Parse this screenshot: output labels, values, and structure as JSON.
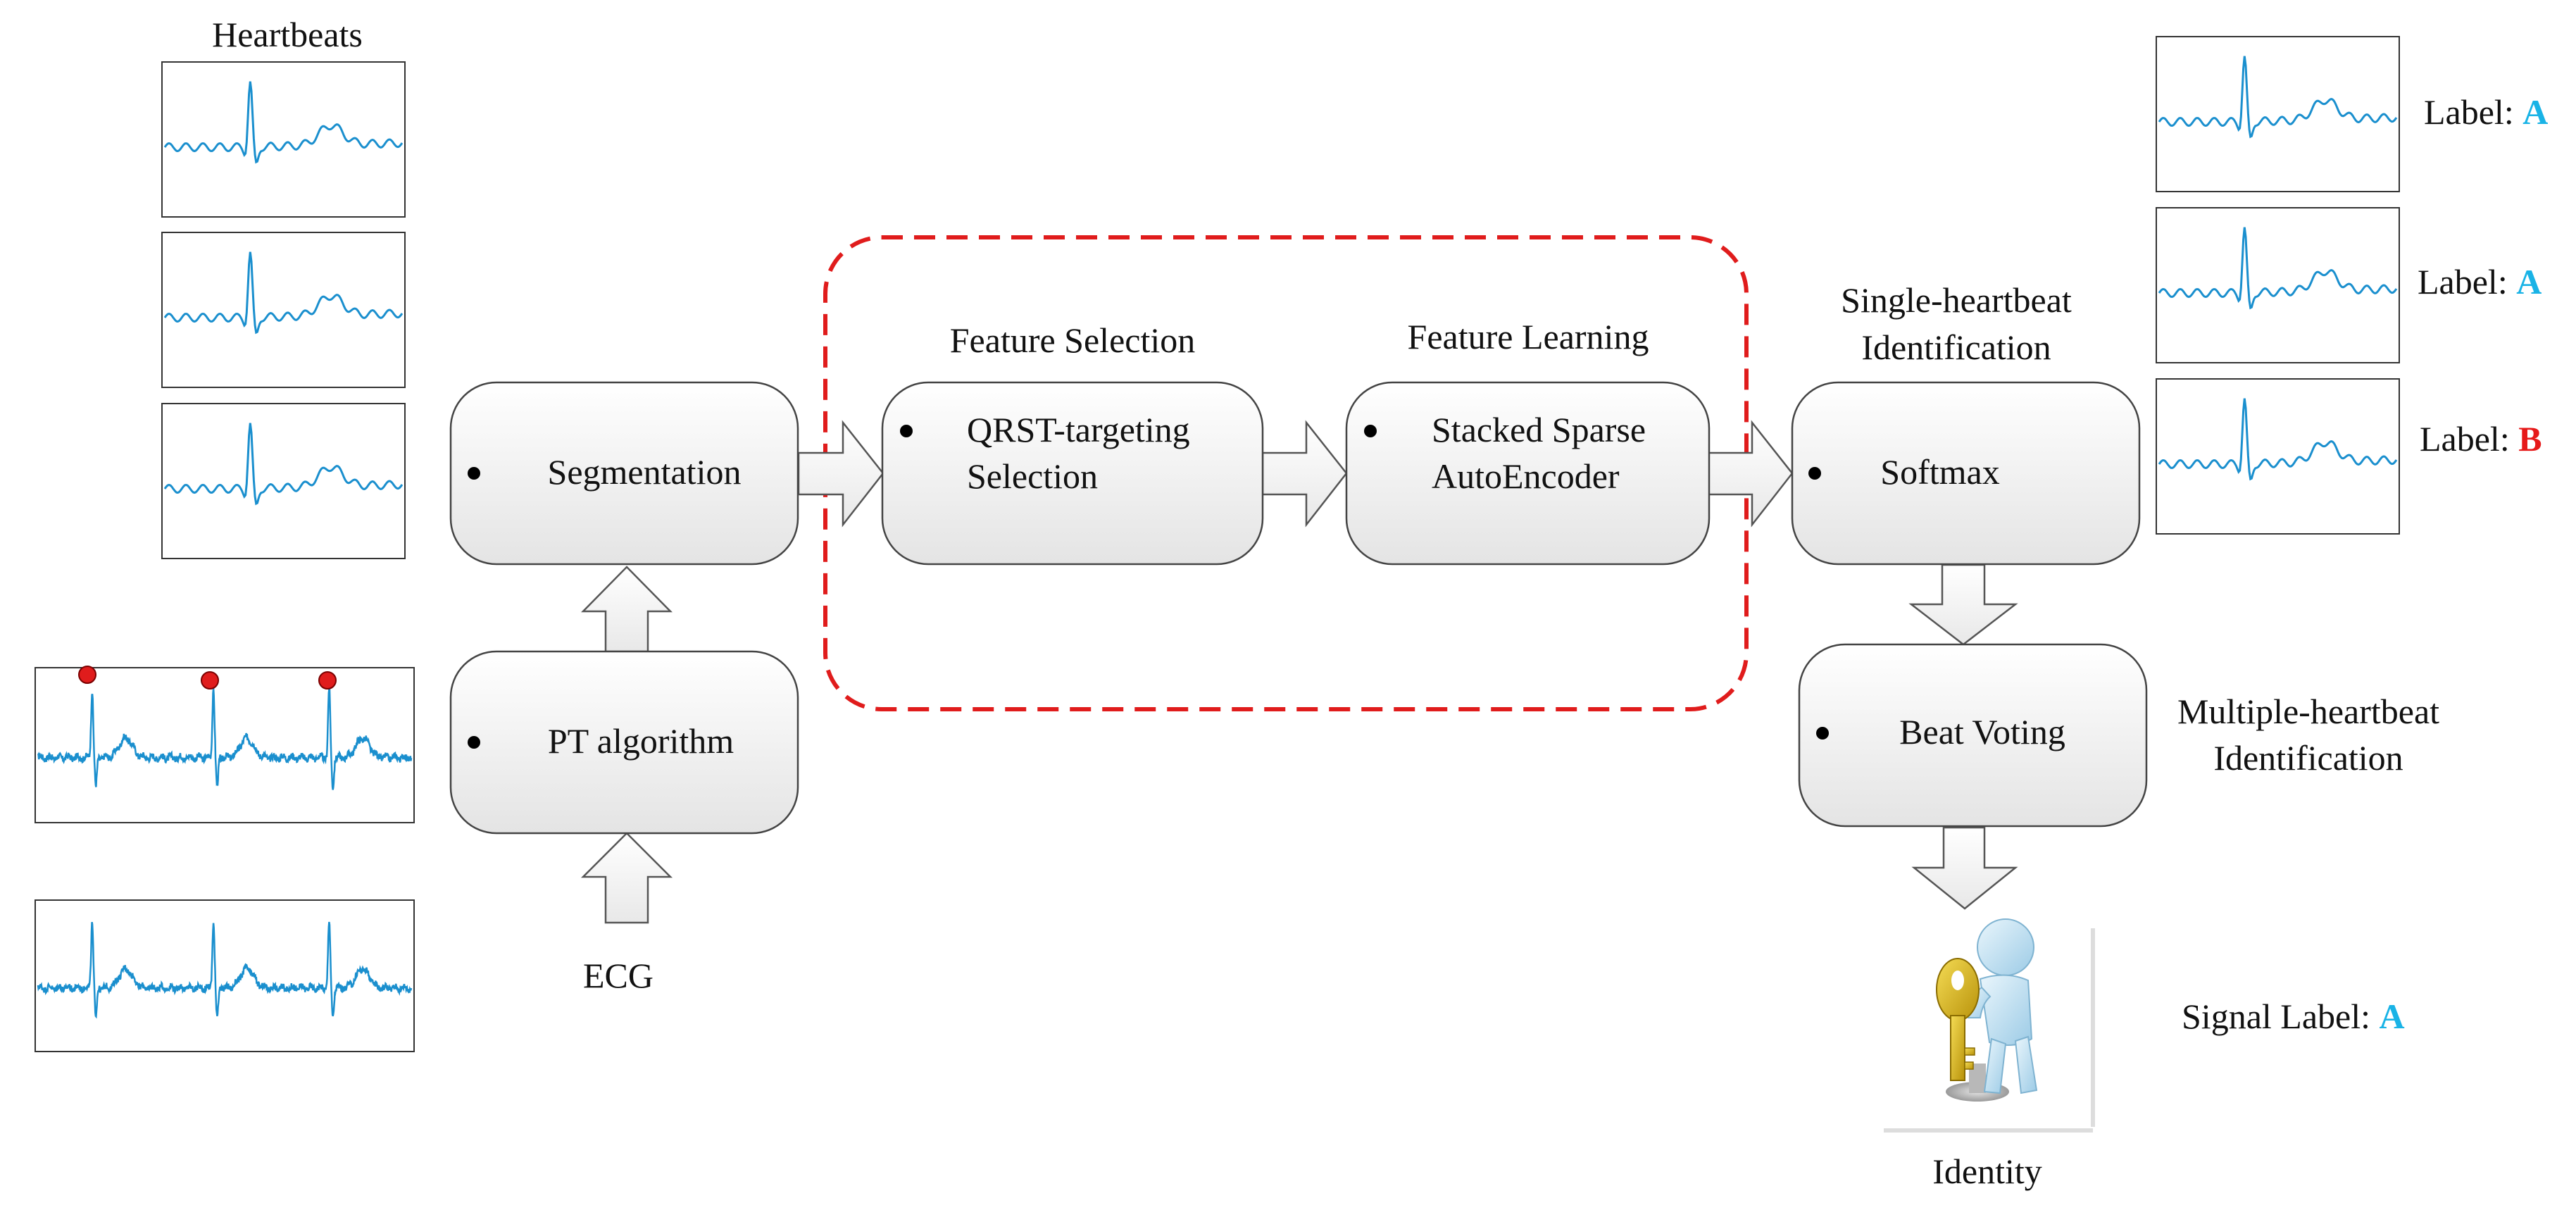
{
  "colors": {
    "signal": "#1a8fce",
    "peak": "#e01c1c",
    "dashed_group": "#e01c1c",
    "label_a": "#19b3e6",
    "label_b": "#e61919",
    "box_fill_top": "#ffffff",
    "box_fill_bottom": "#e6e6e6",
    "key": "#d9b21a",
    "person": "#bfe0f2"
  },
  "labels": {
    "heartbeats": "Heartbeats",
    "ecg": "ECG",
    "feature_selection": "Feature Selection",
    "feature_learning": "Feature Learning",
    "single_line1": "Single-heartbeat",
    "single_line2": "Identification",
    "multiple_line1": "Multiple-heartbeat",
    "multiple_line2": "Identification",
    "identity": "Identity"
  },
  "boxes": {
    "segmentation": "Segmentation",
    "pt": "PT algorithm",
    "qrst_line1": "QRST-targeting",
    "qrst_line2": "Selection",
    "ssae_line1": "Stacked Sparse",
    "ssae_line2": "AutoEncoder",
    "softmax": "Softmax",
    "beat_voting": "Beat Voting"
  },
  "outputs": [
    {
      "prefix": "Label: ",
      "value": "A"
    },
    {
      "prefix": "Label: ",
      "value": "A"
    },
    {
      "prefix": "Label: ",
      "value": "B"
    }
  ],
  "signal_label": {
    "prefix": "Signal Label: ",
    "value": "A"
  }
}
